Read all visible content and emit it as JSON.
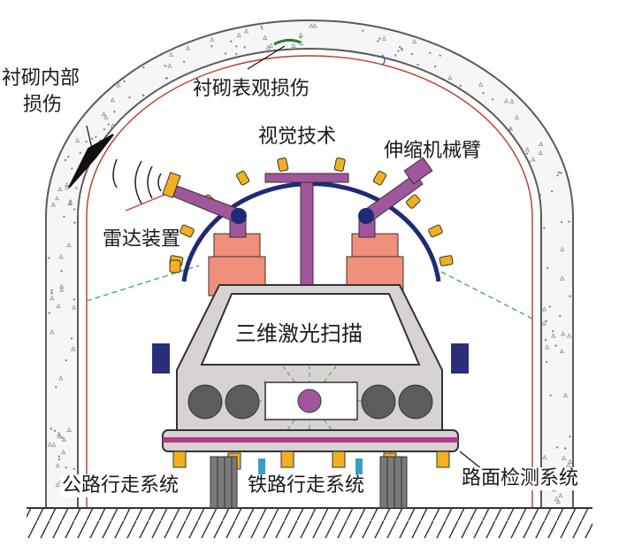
{
  "labels": {
    "lining_internal_damage": [
      "衬砌内部",
      "损伤"
    ],
    "lining_surface_damage": "衬砌表观损伤",
    "visual_tech": "视觉技术",
    "telescopic_arm": "伸缩机械臂",
    "radar_device": "雷达装置",
    "laser_scan": "三维激光扫描",
    "highway_walking_system": "公路行走系统",
    "railway_walking_system": "铁路行走系统",
    "road_detection_system": "路面检测系统"
  },
  "colors": {
    "lining_fill": "#f6f6f6",
    "arch_line": "#5a5a5a",
    "lining_inner_line": "#c0392b",
    "arc_frame": "#1f2a78",
    "arm": "#a0569a",
    "base_block": "#f0907a",
    "camera": "#f0b020",
    "car_body": "#d8d2d2",
    "bumper_strip": "#b03a8a",
    "wheel_dark": "#5c5c5c",
    "center_disc": "#a0569a",
    "mirror": "#2b2f7a",
    "laser_lines": "#3aaa4a",
    "rail_wheel": "#3aa0c0"
  },
  "icons": {
    "radar": "radar-wave-icon",
    "camera": "camera-icon",
    "crack": "crack-icon"
  }
}
